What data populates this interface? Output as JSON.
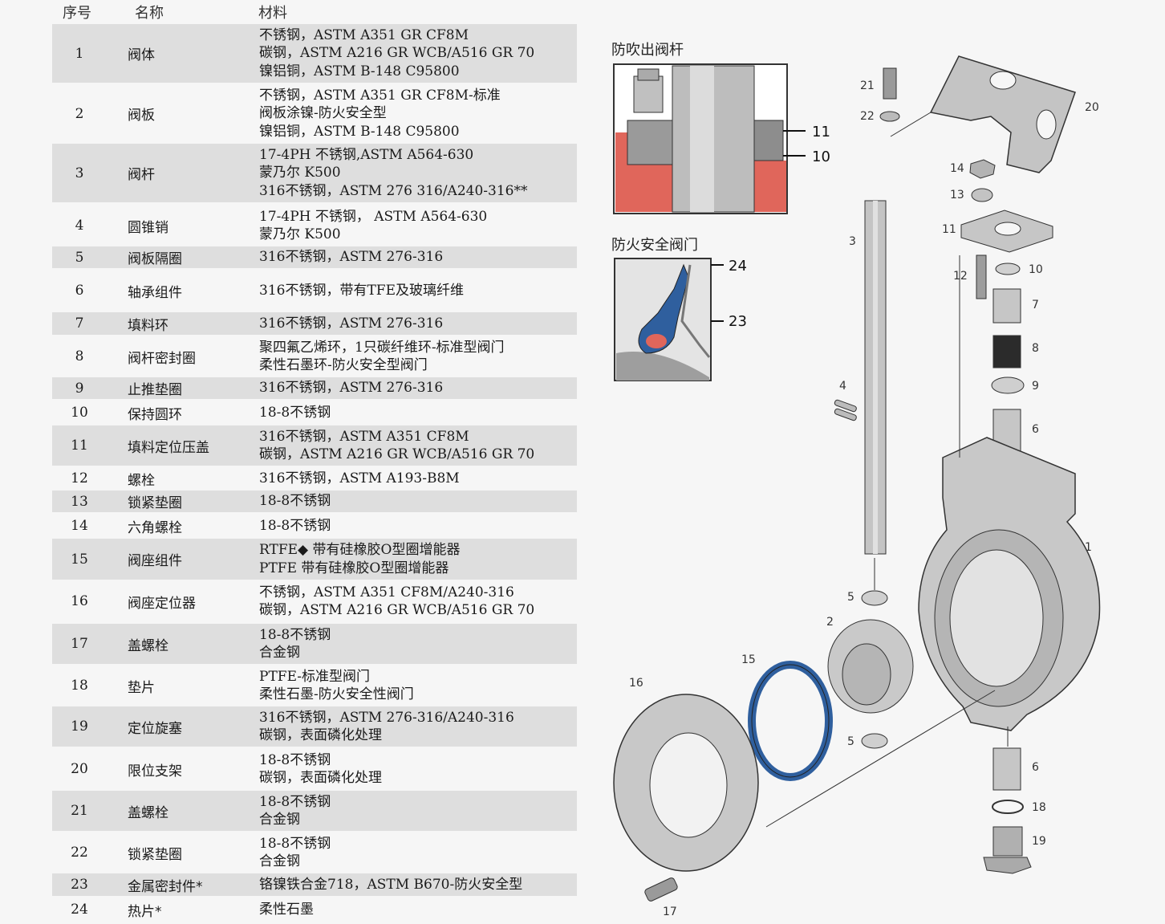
{
  "headers": {
    "no": "序号",
    "name": "名称",
    "material": "材料"
  },
  "rows": [
    {
      "no": "1",
      "name": "阀体",
      "materials": [
        "不锈钢，ASTM A351 GR CF8M",
        "碳钢，ASTM A216 GR WCB/A516 GR 70",
        "镍铝铜，ASTM B-148 C95800"
      ]
    },
    {
      "no": "2",
      "name": "阀板",
      "materials": [
        "不锈钢，ASTM A351 GR CF8M-标准",
        "阀板涂镍-防火安全型",
        "镍铝铜，ASTM B-148 C95800"
      ]
    },
    {
      "no": "3",
      "name": "阀杆",
      "materials": [
        "17-4PH 不锈钢,ASTM A564-630",
        "蒙乃尔 K500",
        "316不锈钢，ASTM 276 316/A240-316**"
      ]
    },
    {
      "no": "4",
      "name": "圆锥销",
      "materials": [
        "17-4PH 不锈钢， ASTM A564-630",
        "蒙乃尔 K500"
      ]
    },
    {
      "no": "5",
      "name": "阀板隔圈",
      "materials": [
        "316不锈钢，ASTM 276-316"
      ]
    },
    {
      "no": "6",
      "name": "轴承组件",
      "materials": [
        "316不锈钢，带有TFE及玻璃纤维"
      ]
    },
    {
      "no": "7",
      "name": "填料环",
      "materials": [
        "316不锈钢，ASTM 276-316"
      ]
    },
    {
      "no": "8",
      "name": "阀杆密封圈",
      "materials": [
        "聚四氟乙烯环，1只碳纤维环-标准型阀门",
        "柔性石墨环-防火安全型阀门"
      ]
    },
    {
      "no": "9",
      "name": "止推垫圈",
      "materials": [
        "316不锈钢，ASTM 276-316"
      ]
    },
    {
      "no": "10",
      "name": "保持圆环",
      "materials": [
        "18-8不锈钢"
      ]
    },
    {
      "no": "11",
      "name": "填料定位压盖",
      "materials": [
        "316不锈钢，ASTM A351 CF8M",
        "碳钢，ASTM A216 GR WCB/A516 GR 70"
      ]
    },
    {
      "no": "12",
      "name": "螺栓",
      "materials": [
        "316不锈钢，ASTM A193-B8M"
      ]
    },
    {
      "no": "13",
      "name": "锁紧垫圈",
      "materials": [
        "18-8不锈钢"
      ]
    },
    {
      "no": "14",
      "name": "六角螺栓",
      "materials": [
        "18-8不锈钢"
      ]
    },
    {
      "no": "15",
      "name": "阀座组件",
      "materials": [
        "RTFE◆ 带有硅橡胶O型圈增能器",
        "PTFE 带有硅橡胶O型圈增能器"
      ]
    },
    {
      "no": "16",
      "name": "阀座定位器",
      "materials": [
        "不锈钢，ASTM  A351 CF8M/A240-316",
        "碳钢，ASTM A216 GR WCB/A516 GR 70"
      ]
    },
    {
      "no": "17",
      "name": "盖螺栓",
      "materials": [
        "18-8不锈钢",
        "合金钢"
      ]
    },
    {
      "no": "18",
      "name": "垫片",
      "materials": [
        "PTFE-标准型阀门",
        "柔性石墨-防火安全性阀门"
      ]
    },
    {
      "no": "19",
      "name": "定位旋塞",
      "materials": [
        "316不锈钢，ASTM 276-316/A240-316",
        "碳钢，表面磷化处理"
      ]
    },
    {
      "no": "20",
      "name": "限位支架",
      "materials": [
        "18-8不锈钢",
        "碳钢，表面磷化处理"
      ]
    },
    {
      "no": "21",
      "name": "盖螺栓",
      "materials": [
        "18-8不锈钢",
        "合金钢"
      ]
    },
    {
      "no": "22",
      "name": "锁紧垫圈",
      "materials": [
        "18-8不锈钢",
        "合金钢"
      ]
    },
    {
      "no": "23",
      "name": "金属密封件*",
      "materials": [
        "铬镍铁合金718，ASTM B670-防火安全型"
      ]
    },
    {
      "no": "24",
      "name": "热片*",
      "materials": [
        "柔性石墨"
      ]
    }
  ],
  "diagram": {
    "inset1_title": "防吹出阀杆",
    "inset2_title": "防火安全阀门",
    "callouts": [
      "1",
      "2",
      "3",
      "4",
      "5",
      "5",
      "6",
      "6",
      "7",
      "8",
      "9",
      "10",
      "11",
      "12",
      "13",
      "14",
      "15",
      "16",
      "17",
      "18",
      "19",
      "20",
      "21",
      "22"
    ],
    "inset_callouts": [
      "11",
      "10",
      "24",
      "23"
    ],
    "colors": {
      "part": "#c9c9c9",
      "part_dark": "#8a8a8a",
      "seal_blue": "#2f5f9e",
      "red_section": "#e0665b"
    }
  }
}
